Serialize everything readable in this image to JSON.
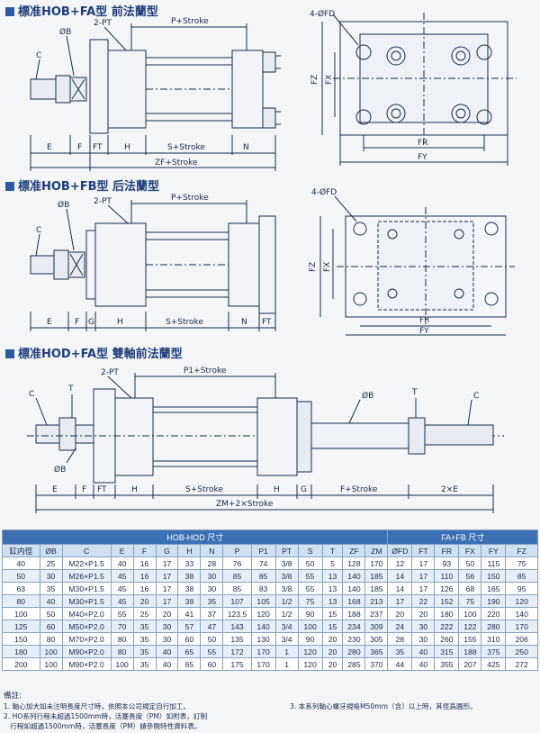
{
  "sections": [
    {
      "title": "標准HOB+FA型 前法蘭型"
    },
    {
      "title": "標准HOB+FB型 后法蘭型"
    },
    {
      "title": "標准HOD+FA型 雙軸前法蘭型"
    }
  ],
  "labels": {
    "d1": {
      "OB": "ØB",
      "C": "C",
      "PT": "2-PT",
      "P": "P+Stroke",
      "E": "E",
      "F": "F",
      "FT": "FT",
      "H": "H",
      "S": "S+Stroke",
      "N": "N",
      "ZF": "ZF+Stroke",
      "FD": "4-ØFD",
      "FZ": "FZ",
      "FX": "FX",
      "FR": "FR",
      "FY": "FY"
    },
    "d2": {
      "OB": "ØB",
      "C": "C",
      "PT": "2-PT",
      "P": "P+Stroke",
      "E": "E",
      "F": "F",
      "G": "G",
      "H": "H",
      "S": "S+Stroke",
      "N": "N",
      "FT": "FT",
      "FD": "4-ØFD",
      "FZ": "FZ",
      "FX": "FX",
      "FR": "FR",
      "FY": "FY"
    },
    "d3": {
      "C": "C",
      "T": "T",
      "PT": "2-PT",
      "P1": "P1+Stroke",
      "OB": "ØB",
      "OB2": "ØB",
      "T2": "T",
      "C2": "C",
      "E": "E",
      "F": "F",
      "FT": "FT",
      "H": "H",
      "S": "S+Stroke",
      "H2": "H",
      "G": "G",
      "F2": "F+Stroke",
      "E2": "2×E",
      "ZM": "ZM+2×Stroke"
    }
  },
  "table": {
    "group_left": "HOB-HOD 尺寸",
    "group_right": "FA+FB 尺寸",
    "columns": [
      "缸内徑",
      "ØB",
      "C",
      "E",
      "F",
      "G",
      "H",
      "N",
      "P",
      "P1",
      "PT",
      "S",
      "T",
      "ZF",
      "ZM",
      "ØFD",
      "FT",
      "FR",
      "FX",
      "FY",
      "FZ"
    ],
    "rows": [
      [
        "40",
        "25",
        "M22×P1.5",
        "40",
        "16",
        "17",
        "33",
        "28",
        "76",
        "74",
        "3/8",
        "50",
        "5",
        "128",
        "170",
        "12",
        "17",
        "93",
        "50",
        "115",
        "75"
      ],
      [
        "50",
        "30",
        "M26×P1.5",
        "45",
        "16",
        "17",
        "38",
        "30",
        "85",
        "85",
        "3/8",
        "55",
        "13",
        "140",
        "185",
        "14",
        "17",
        "110",
        "56",
        "150",
        "85"
      ],
      [
        "63",
        "35",
        "M30×P1.5",
        "45",
        "16",
        "17",
        "38",
        "30",
        "85",
        "83",
        "3/8",
        "55",
        "13",
        "140",
        "185",
        "14",
        "17",
        "126",
        "68",
        "165",
        "95"
      ],
      [
        "80",
        "40",
        "M30×P1.5",
        "45",
        "20",
        "17",
        "38",
        "35",
        "107",
        "105",
        "1/2",
        "75",
        "13",
        "168",
        "213",
        "17",
        "22",
        "152",
        "75",
        "190",
        "120"
      ],
      [
        "100",
        "50",
        "M40×P2.0",
        "55",
        "25",
        "20",
        "41",
        "37",
        "123.5",
        "120",
        "1/2",
        "90",
        "15",
        "188",
        "237",
        "20",
        "20",
        "180",
        "100",
        "220",
        "140"
      ],
      [
        "125",
        "60",
        "M50×P2.0",
        "70",
        "35",
        "30",
        "57",
        "47",
        "143",
        "140",
        "3/4",
        "100",
        "15",
        "234",
        "309",
        "24",
        "30",
        "222",
        "122",
        "280",
        "170"
      ],
      [
        "150",
        "80",
        "M70×P2.0",
        "80",
        "35",
        "30",
        "60",
        "50",
        "135",
        "130",
        "3/4",
        "90",
        "20",
        "230",
        "305",
        "28",
        "30",
        "260",
        "155",
        "310",
        "206"
      ],
      [
        "180",
        "100",
        "M90×P2.0",
        "80",
        "35",
        "40",
        "65",
        "55",
        "172",
        "170",
        "1",
        "120",
        "20",
        "280",
        "365",
        "35",
        "40",
        "315",
        "188",
        "375",
        "250"
      ],
      [
        "200",
        "100",
        "M90×P2.0",
        "100",
        "35",
        "40",
        "65",
        "60",
        "175",
        "170",
        "1",
        "120",
        "20",
        "285",
        "370",
        "44",
        "40",
        "355",
        "207",
        "425",
        "272"
      ]
    ]
  },
  "notes": {
    "title": "備註:",
    "n1": "1. 軸心加大如未注明長度尺寸時，依照本公司規定自行加工。",
    "n2": "2. HO系列行程未超過1500mm時，活塞長度（PM）如附表，訂制",
    "n2b": "   行程如超過1500mm時，活塞長度（PM）請參閱特性資料表。",
    "n3": "3. 本系列軸心螺牙規格M50mm（含）以上時，其徑爲圓形。"
  },
  "colors": {
    "accent": "#2c5aa0",
    "table_head": "#3d6fb5",
    "table_sub": "#cfe0f3"
  }
}
